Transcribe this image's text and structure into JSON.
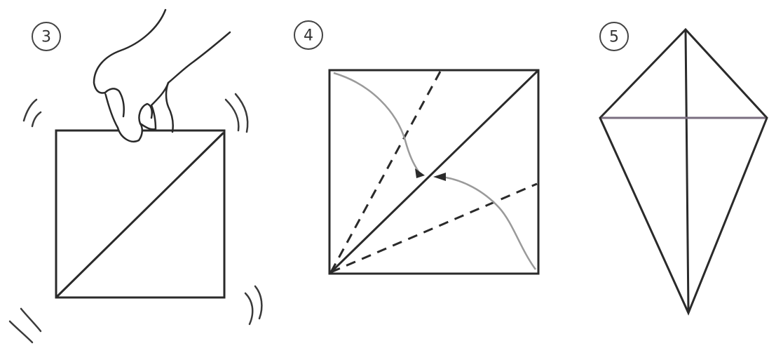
{
  "steps": [
    {
      "number": "3"
    },
    {
      "number": "4"
    },
    {
      "number": "5"
    }
  ],
  "colors": {
    "line": "#2a2a2a",
    "arrow_curve": "#9a9a9a",
    "crease": "#7a6e80"
  }
}
